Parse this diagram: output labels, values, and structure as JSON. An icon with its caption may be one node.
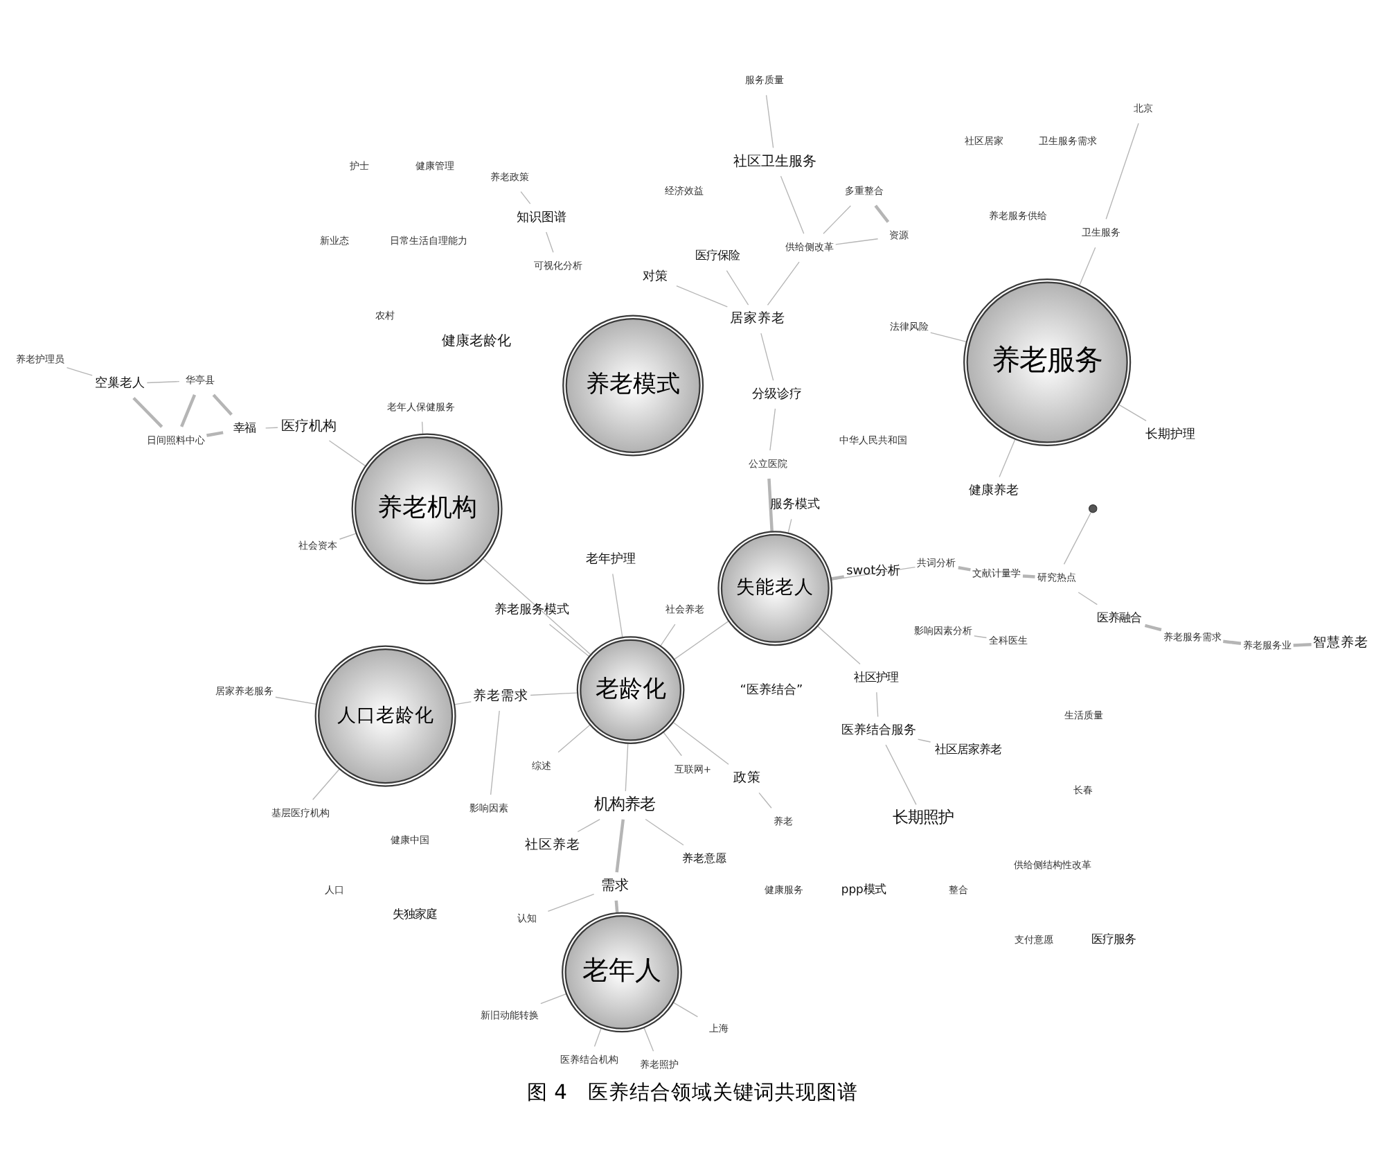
{
  "diagram": {
    "caption": "图 4　医养结合领域关键词共现图谱",
    "nodes": [
      {
        "text": [
          "居家养老服务"
        ]
      },
      {
        "text": [
          "养老服务供给"
        ]
      },
      {
        "text": [
          "上海"
        ]
      },
      {
        "text": [
          "老年人"
        ]
      },
      {
        "text": [
          "人口老龄化"
        ]
      },
      {
        "text": [
          "养老"
        ]
      },
      {
        "text": [
          "认知"
        ]
      },
      {
        "text": [
          "基层医疗机构"
        ]
      },
      {
        "text": [
          "养老政策"
        ]
      },
      {
        "text": [
          "政策"
        ]
      },
      {
        "text": [
          "健康中国"
        ]
      },
      {
        "text": [
          "需求"
        ]
      },
      {
        "text": [
          "养老照护"
        ]
      },
      {
        "text": [
          "swot分析"
        ]
      },
      {
        "text": [
          "影响因素"
        ]
      },
      {
        "text": [
          "农村"
        ]
      },
      {
        "text": [
          "知识图谱"
        ]
      },
      {
        "text": [
          "长期照护"
        ]
      },
      {
        "text": [
          "社区居家养老"
        ]
      },
      {
        "text": [
          "新旧动能转换"
        ]
      },
      {
        "text": [
          "健康服务"
        ]
      },
      {
        "text": [
          "社会养老"
        ]
      },
      {
        "text": [
          "互联网+"
        ]
      },
      {
        "text": [
          "ppp模式"
        ]
      },
      {
        "text": [
          "整合"
        ]
      },
      {
        "text": [
          "医养结合服务"
        ]
      },
      {
        "text": [
          "可视化分析"
        ]
      },
      {
        "text": [
          "养老护理员"
        ]
      },
      {
        "text": [
          "老年护理"
        ]
      },
      {
        "text": [
          "养老需求"
        ]
      },
      {
        "text": [
          "医养结合机构"
        ]
      },
      {
        "text": [
          "空巢老人"
        ]
      },
      {
        "text": [
          "社区护理"
        ]
      },
      {
        "text": [
          "经济效益"
        ]
      },
      {
        "text": [
          "长春"
        ]
      },
      {
        "text": [
          "生活质量"
        ]
      },
      {
        "text": [
          "机构养老"
        ]
      },
      {
        "text": [
          "老龄化"
        ]
      },
      {
        "text": [
          "失能老人"
        ]
      },
      {
        "text": [
          "日间照料中心"
        ]
      },
      {
        "text": [
          "健康管理"
        ]
      },
      {
        "text": [
          "综述"
        ]
      },
      {
        "text": [
          "幸福"
        ]
      },
      {
        "text": [
          "华亭县"
        ]
      },
      {
        "text": [
          "公立医院"
        ]
      },
      {
        "text": [
          "养老服务模式"
        ]
      },
      {
        "text": [
          "社区养老"
        ]
      },
      {
        "text": [
          "护士"
        ]
      },
      {
        "text": [
          "中华人民共和国"
        ]
      },
      {
        "text": [
          "养老意愿"
        ]
      },
      {
        "text": [
          "服务模式"
        ]
      },
      {
        "text": [
          "新业态"
        ]
      },
      {
        "text": [
          "人口"
        ]
      },
      {
        "text": [
          "养老模式"
        ]
      },
      {
        "text": [
          "影响因素分析"
        ]
      },
      {
        "text": [
          "分级诊疗"
        ]
      },
      {
        "text": [
          "健康老龄化"
        ]
      },
      {
        "text": [
          "医疗机构"
        ]
      },
      {
        "text": [
          "失独家庭"
        ]
      },
      {
        "text": [
          "对策"
        ]
      },
      {
        "text": [
          "老年人保健服务"
        ]
      },
      {
        "text": [
          "医疗保险"
        ]
      },
      {
        "text": [
          "智慧养老"
        ]
      },
      {
        "text": [
          "支付意愿"
        ]
      },
      {
        "text": [
          "医疗服务"
        ]
      },
      {
        "text": [
          "共词分析"
        ]
      },
      {
        "text": [
          "“医养结合”"
        ]
      },
      {
        "text": [
          "全科医生"
        ]
      },
      {
        "text": [
          "居家养老"
        ]
      },
      {
        "text": [
          "养老机构"
        ]
      },
      {
        "text": [
          "卫生服务需求"
        ]
      },
      {
        "text": [
          "社会资本"
        ]
      },
      {
        "text": [
          "日常生活自理能力"
        ]
      },
      {
        "text": [
          "文献计量学"
        ]
      },
      {
        "text": [
          "资源"
        ]
      },
      {
        "text": [
          "养老服务业"
        ]
      },
      {
        "text": [
          "供给侧改革"
        ]
      },
      {
        "text": [
          "研究热点"
        ]
      },
      {
        "text": [
          "养老服务需求"
        ]
      },
      {
        "text": [
          "多重整合"
        ]
      },
      {
        "text": [],
        "shape": "circle"
      },
      {
        "text": [
          "养老服务"
        ]
      },
      {
        "text": [
          "长期护理"
        ]
      },
      {
        "text": [
          "社区卫生服务"
        ]
      },
      {
        "text": [
          "健康养老"
        ]
      },
      {
        "text": [
          "供给侧结构性改革"
        ]
      },
      {
        "text": [
          "医养融合"
        ]
      },
      {
        "text": [
          "法律风险"
        ]
      },
      {
        "text": [
          "社区居家"
        ]
      },
      {
        "text": [
          "服务质量"
        ]
      },
      {
        "text": [
          "卫生服务"
        ]
      },
      {
        "text": [
          "北京"
        ]
      }
    ],
    "edges": [
      {
        "from": 3,
        "to": 2,
        "arrow": "none"
      },
      {
        "from": 3,
        "to": 12,
        "arrow": "none"
      },
      {
        "from": 3,
        "to": 19,
        "arrow": "none"
      },
      {
        "from": 3,
        "to": 11,
        "arrow": "none",
        "style": "thick"
      },
      {
        "from": 11,
        "to": 6,
        "arrow": "none"
      },
      {
        "from": 11,
        "to": 36,
        "arrow": "none",
        "style": "thick"
      },
      {
        "from": 3,
        "to": 30,
        "arrow": "none"
      },
      {
        "from": 36,
        "to": 46,
        "arrow": "none"
      },
      {
        "from": 36,
        "to": 49,
        "arrow": "none"
      },
      {
        "from": 36,
        "to": 37,
        "arrow": "none"
      },
      {
        "from": 37,
        "to": 21,
        "arrow": "none"
      },
      {
        "from": 37,
        "to": 28,
        "arrow": "none"
      },
      {
        "from": 37,
        "to": 9,
        "arrow": "none"
      },
      {
        "from": 9,
        "to": 5,
        "arrow": "none"
      },
      {
        "from": 37,
        "to": 22,
        "arrow": "none"
      },
      {
        "from": 37,
        "to": 69,
        "arrow": "none"
      },
      {
        "from": 37,
        "to": 41,
        "arrow": "none"
      },
      {
        "from": 37,
        "to": 38,
        "arrow": "none"
      },
      {
        "from": 54,
        "to": 67,
        "arrow": "none"
      },
      {
        "from": 69,
        "to": 71,
        "arrow": "none"
      },
      {
        "from": 69,
        "to": 60,
        "arrow": "none"
      },
      {
        "from": 69,
        "to": 57,
        "arrow": "none"
      },
      {
        "from": 57,
        "to": 42,
        "arrow": "none"
      },
      {
        "from": 42,
        "to": 39,
        "arrow": "none",
        "style": "thick"
      },
      {
        "from": 39,
        "to": 31,
        "arrow": "none",
        "style": "thick"
      },
      {
        "from": 31,
        "to": 43,
        "arrow": "none"
      },
      {
        "from": 42,
        "to": 43,
        "arrow": "none",
        "style": "thick"
      },
      {
        "from": 39,
        "to": 43,
        "arrow": "none",
        "style": "thick"
      },
      {
        "from": 31,
        "to": 27,
        "arrow": "none"
      },
      {
        "from": 38,
        "to": 13,
        "arrow": "none",
        "style": "thick"
      },
      {
        "from": 38,
        "to": 44,
        "arrow": "none",
        "style": "thick"
      },
      {
        "from": 44,
        "to": 55,
        "arrow": "none"
      },
      {
        "from": 55,
        "to": 68,
        "arrow": "none"
      },
      {
        "from": 59,
        "to": 68,
        "arrow": "none"
      },
      {
        "from": 68,
        "to": 61,
        "arrow": "none"
      },
      {
        "from": 68,
        "to": 76,
        "arrow": "none"
      },
      {
        "from": 76,
        "to": 74,
        "arrow": "none"
      },
      {
        "from": 76,
        "to": 79,
        "arrow": "none"
      },
      {
        "from": 74,
        "to": 79,
        "arrow": "none",
        "style": "thick"
      },
      {
        "from": 76,
        "to": 83,
        "arrow": "none"
      },
      {
        "from": 83,
        "to": 89,
        "arrow": "none"
      },
      {
        "from": 62,
        "to": 75,
        "arrow": "none",
        "style": "thick"
      },
      {
        "from": 75,
        "to": 78,
        "arrow": "none",
        "style": "thick"
      },
      {
        "from": 78,
        "to": 86,
        "arrow": "none",
        "style": "thick"
      },
      {
        "from": 65,
        "to": 73,
        "arrow": "none",
        "style": "thick"
      },
      {
        "from": 73,
        "to": 77,
        "arrow": "none",
        "style": "thick"
      },
      {
        "from": 77,
        "to": 86,
        "arrow": "none"
      },
      {
        "from": 77,
        "to": 80,
        "arrow": "none"
      },
      {
        "from": 38,
        "to": 65,
        "arrow": "none"
      },
      {
        "from": 81,
        "to": 90,
        "arrow": "none"
      },
      {
        "from": 90,
        "to": 91,
        "arrow": "none"
      },
      {
        "from": 81,
        "to": 87,
        "arrow": "none"
      },
      {
        "from": 81,
        "to": 82,
        "arrow": "none"
      },
      {
        "from": 81,
        "to": 84,
        "arrow": "none"
      },
      {
        "from": 4,
        "to": 0,
        "arrow": "none"
      },
      {
        "from": 4,
        "to": 7,
        "arrow": "none"
      },
      {
        "from": 4,
        "to": 29,
        "arrow": "none"
      },
      {
        "from": 17,
        "to": 25,
        "arrow": "none"
      },
      {
        "from": 25,
        "to": 18,
        "arrow": "none"
      },
      {
        "from": 14,
        "to": 29,
        "arrow": "none"
      },
      {
        "from": 37,
        "to": 29,
        "arrow": "none"
      },
      {
        "from": 38,
        "to": 32,
        "arrow": "none"
      },
      {
        "from": 38,
        "to": 50,
        "arrow": "none"
      },
      {
        "from": 37,
        "to": 45,
        "arrow": "none"
      },
      {
        "from": 16,
        "to": 26,
        "arrow": "none"
      },
      {
        "from": 8,
        "to": 16,
        "arrow": "none"
      },
      {
        "from": 25,
        "to": 32,
        "arrow": "none"
      }
    ]
  }
}
